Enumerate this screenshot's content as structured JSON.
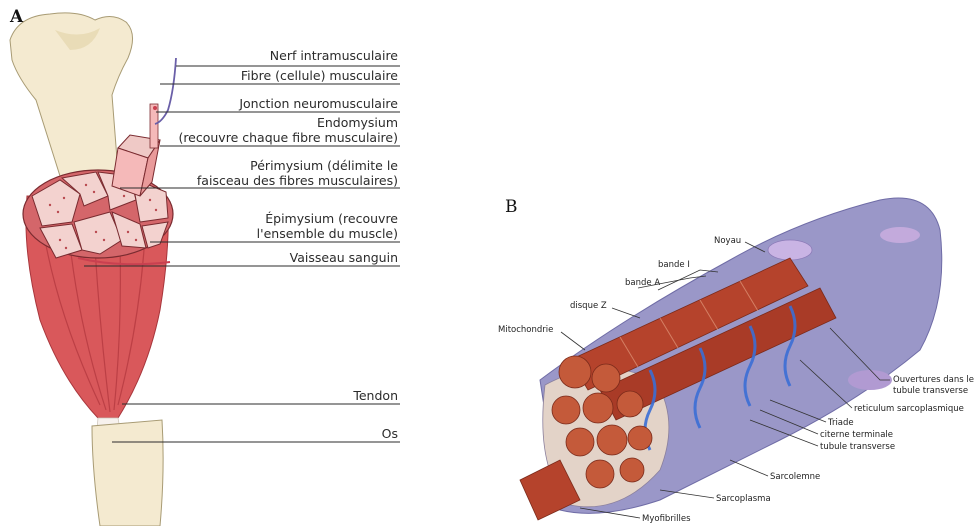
{
  "panel_a": {
    "letter": "A",
    "labels": {
      "nerf": "Nerf intramusculaire",
      "fibre": "Fibre (cellule) musculaire",
      "jonction": "Jonction neuromusculaire",
      "endomysium_1": "Endomysium",
      "endomysium_2": "(recouvre chaque fibre musculaire)",
      "perimysium_1": "Périmysium (délimite le",
      "perimysium_2": "faisceau des fibres musculaires)",
      "epimysium_1": "Épimysium (recouvre",
      "epimysium_2": "l'ensemble du muscle)",
      "vaisseau": "Vaisseau sanguin",
      "tendon": "Tendon",
      "os": "Os"
    },
    "colors": {
      "bone": "#f4ead0",
      "muscle": "#d9585b",
      "fascicle": "#f3d2cf",
      "nerve": "#6a5fa8",
      "vessel": "#c94050"
    }
  },
  "panel_b": {
    "letter": "B",
    "labels": {
      "noyau": "Noyau",
      "bande_i": "bande I",
      "bande_a": "bande A",
      "disque_z": "disque Z",
      "mitochondrie": "Mitochondrie",
      "ouvertures_1": "Ouvertures dans le",
      "ouvertures_2": "tubule transverse",
      "reticulum": "reticulum sarcoplasmique",
      "triade": "Triade",
      "citerne": "citerne terminale",
      "tubule": "tubule transverse",
      "sarcolemne": "Sarcolemne",
      "sarcoplasma": "Sarcoplasma",
      "myofibrilles": "Myofibrilles"
    },
    "colors": {
      "sarcolemma": "#9a97c8",
      "myofibril": "#b5432c",
      "reticulum": "#3b6fd6",
      "mitochondria": "#c45a3a"
    }
  }
}
